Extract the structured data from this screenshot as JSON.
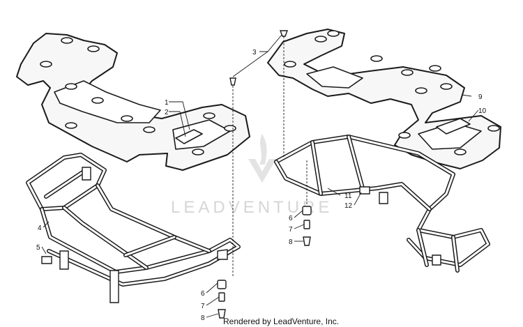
{
  "watermark": {
    "text": "LEADVENTURE"
  },
  "footer": {
    "text": "Rendered by LeadVenture, Inc."
  },
  "callouts": {
    "c1": "1",
    "c2": "2",
    "c3": "3",
    "c4": "4",
    "c5": "5",
    "c6a": "6",
    "c7a": "7",
    "c8a": "8",
    "c6b": "6",
    "c7b": "7",
    "c8b": "8",
    "c9": "9",
    "c10": "10",
    "c11": "11",
    "c12": "12"
  },
  "colors": {
    "line": "#1a1a1a",
    "fill": "#f7f7f7",
    "watermark": "#d6d6d6"
  }
}
